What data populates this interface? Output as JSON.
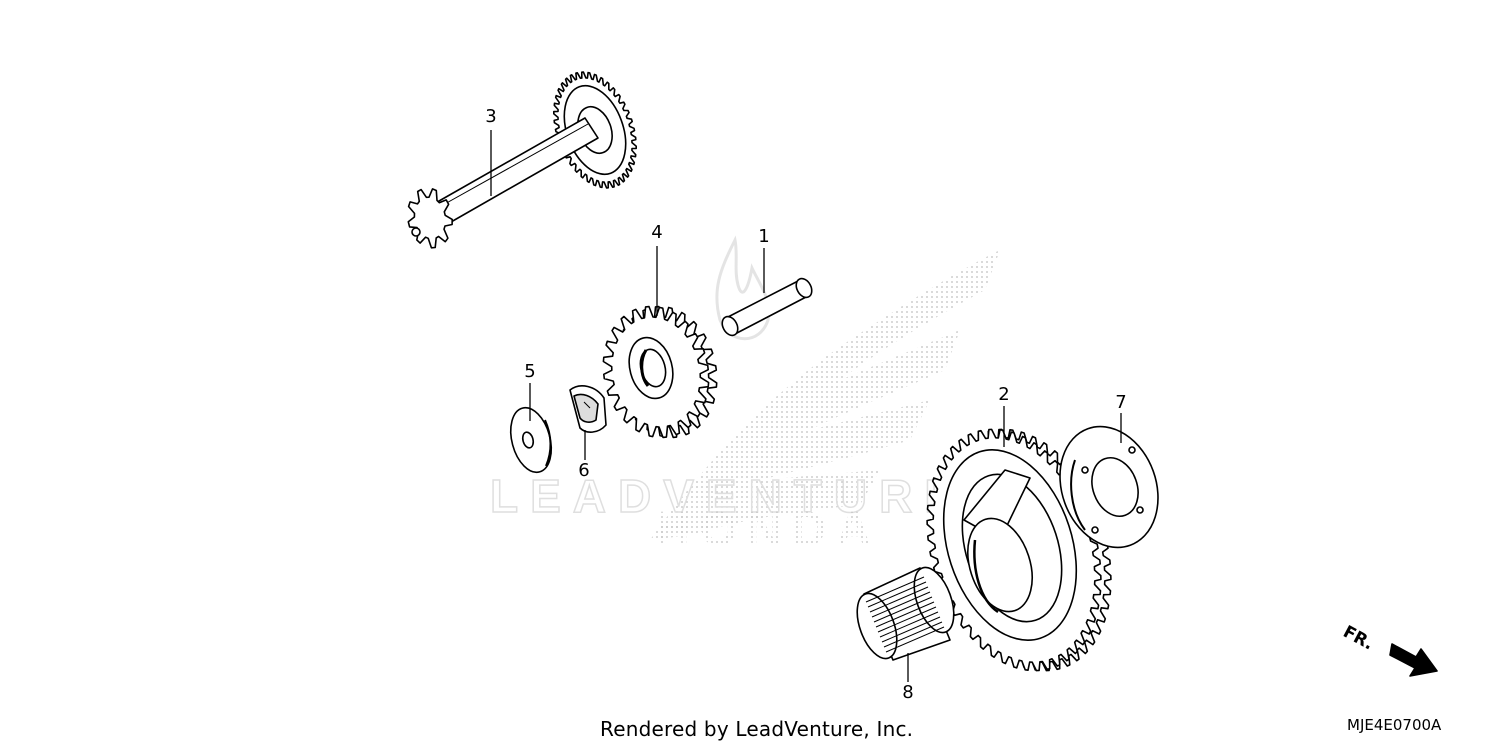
{
  "diagram": {
    "parts": [
      {
        "ref": "1",
        "part": "pin"
      },
      {
        "ref": "2",
        "part": "starter-driven-gear"
      },
      {
        "ref": "3",
        "part": "starter-reduction-shaft"
      },
      {
        "ref": "4",
        "part": "starter-idle-gear"
      },
      {
        "ref": "5",
        "part": "washer"
      },
      {
        "ref": "6",
        "part": "collar"
      },
      {
        "ref": "7",
        "part": "plate"
      },
      {
        "ref": "8",
        "part": "needle-bearing"
      }
    ],
    "direction_label": "FR.",
    "diagram_code": "MJE4E0700A",
    "footer_text": "Rendered by LeadVenture, Inc.",
    "watermark": {
      "wordmark": "LEADVENTURE",
      "brand": "HONDA"
    }
  },
  "colors": {
    "line": "#000000",
    "watermark": "#d4d4d4",
    "background": "#ffffff"
  }
}
